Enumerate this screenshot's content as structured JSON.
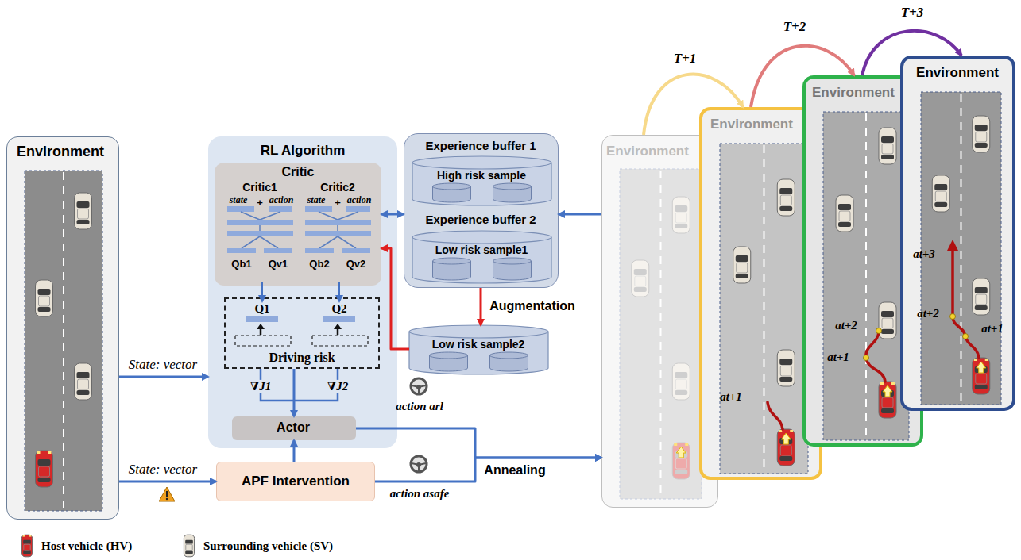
{
  "diagram": {
    "nodes": [
      {
        "text": [
          "Environment"
        ]
      },
      {
        "text": [
          "RL Algorithm"
        ]
      },
      {
        "text": [
          "Critic"
        ],
        "in": 1
      },
      {
        "text": [
          "Critic1",
          "state",
          "+",
          "action",
          "Qb1",
          "Qv1"
        ],
        "in": 2
      },
      {
        "text": [
          "Critic2",
          "state",
          "+",
          "action",
          "Qb2",
          "Qv2"
        ],
        "in": 2
      },
      {
        "text": [
          "Driving risk"
        ],
        "in": 1
      },
      {
        "text": [
          "Q1"
        ],
        "in": 5
      },
      {
        "text": [
          "Q2"
        ],
        "in": 5
      },
      {
        "text": [
          "Actor"
        ],
        "in": 1
      },
      {
        "text": [
          "Experience buffer 1",
          "Experience buffer 2"
        ]
      },
      {
        "text": [
          "High risk sample"
        ],
        "in": 9
      },
      {
        "text": [
          "Low risk sample1"
        ],
        "in": 9
      },
      {
        "text": [
          "Low risk sample2"
        ]
      },
      {
        "text": [
          "APF Intervention"
        ]
      },
      {
        "text": [
          "Environment"
        ]
      },
      {
        "text": [
          "Environment"
        ]
      },
      {
        "text": [
          "Environment"
        ]
      },
      {
        "text": [
          "Environment"
        ]
      }
    ],
    "edges": [
      {
        "from": 0,
        "to": 1,
        "label": "State: vector",
        "arrow": "to"
      },
      {
        "from": 0,
        "to": 13,
        "label": "State: vector",
        "arrow": "to"
      },
      {
        "from": 2,
        "to": 9,
        "arrow": "both"
      },
      {
        "from": 14,
        "to": 9,
        "arrow": "to"
      },
      {
        "from": 9,
        "to": 12,
        "label": "Augmentation",
        "arrow": "to"
      },
      {
        "from": 12,
        "to": 2,
        "arrow": "to"
      },
      {
        "from": 3,
        "to": 6,
        "arrow": "to"
      },
      {
        "from": 4,
        "to": 7,
        "arrow": "to"
      },
      {
        "from": 5,
        "to": 8,
        "arrow": "to"
      },
      {
        "from": 13,
        "to": 8,
        "arrow": "to"
      },
      {
        "from": 8,
        "to": 14,
        "arrow": "to"
      },
      {
        "from": 13,
        "to": 14,
        "label": "Annealing",
        "arrow": "to"
      },
      {
        "from": 14,
        "to": 15,
        "label": "T+1",
        "arrow": "to"
      },
      {
        "from": 15,
        "to": 16,
        "label": "T+2",
        "arrow": "to"
      },
      {
        "from": 16,
        "to": 17,
        "label": "T+3",
        "arrow": "to"
      }
    ],
    "labels": [
      "∇J1",
      "∇J2",
      "action arl",
      "action asafe",
      "at+1",
      "at+2",
      "at+1",
      "at+3",
      "at+2",
      "at+1"
    ],
    "legend": [
      {
        "text": "Host vehicle (HV)"
      },
      {
        "text": "Surrounding vehicle (SV)"
      }
    ]
  }
}
